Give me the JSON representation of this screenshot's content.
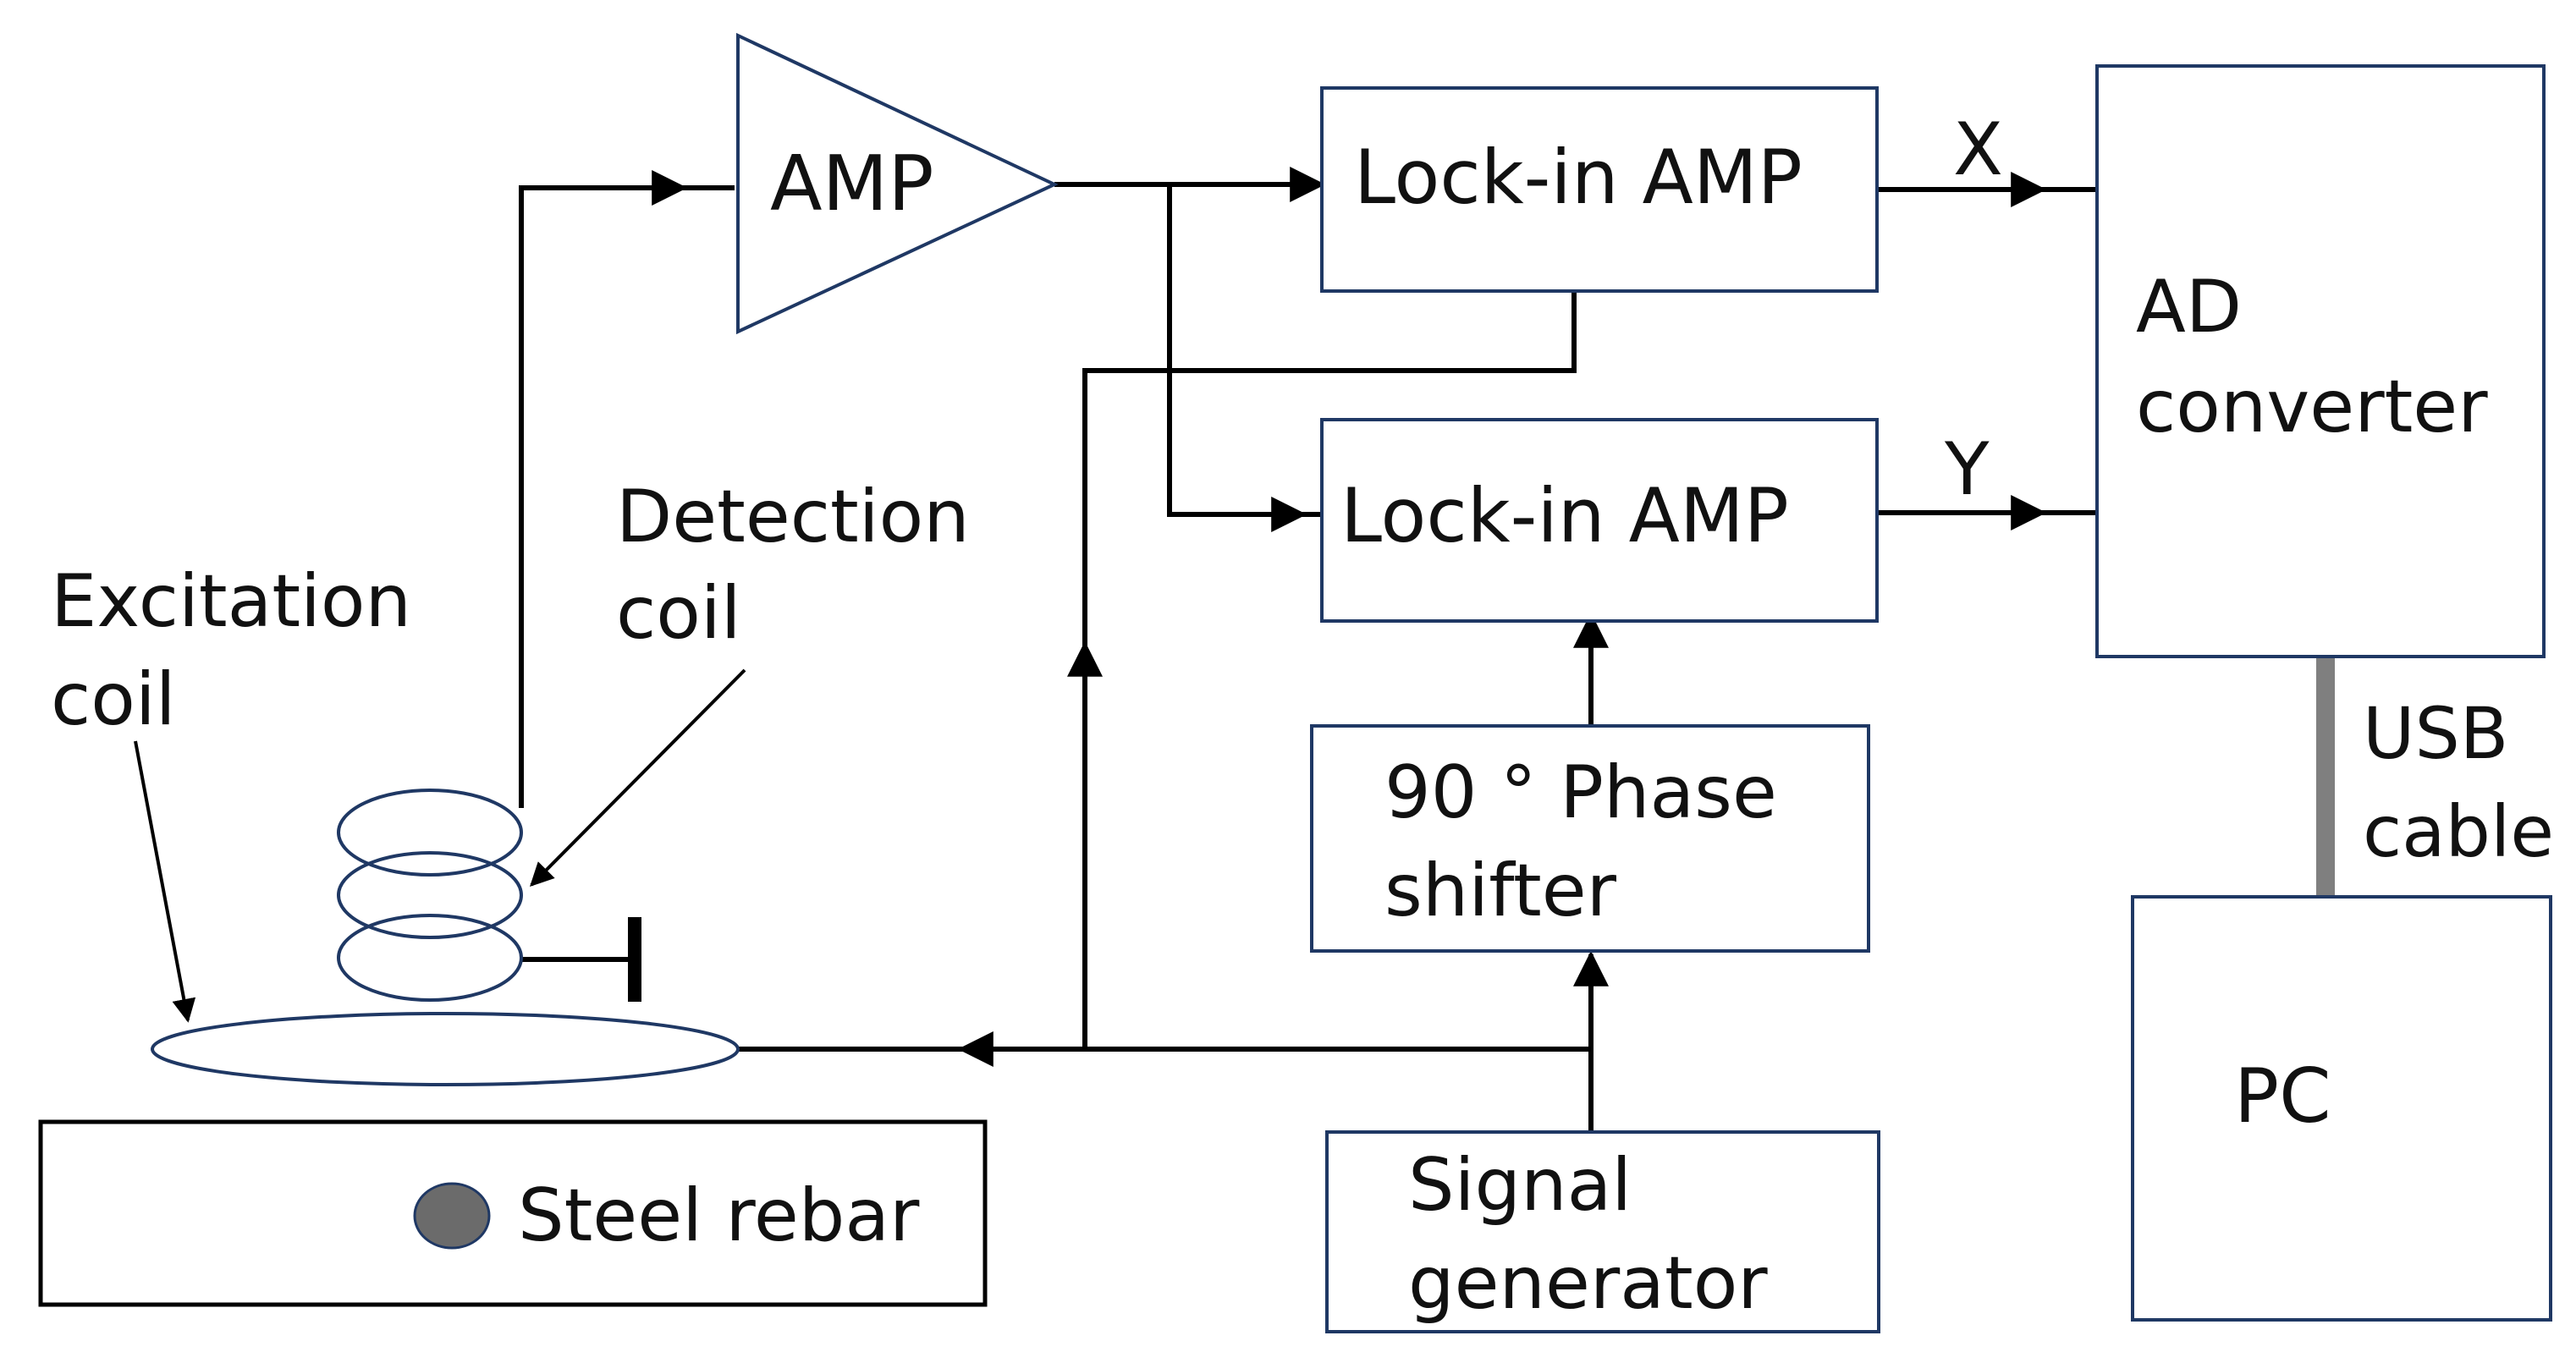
{
  "blocks": {
    "amp": "AMP",
    "lockin_x": "Lock-in AMP",
    "lockin_y": "Lock-in AMP",
    "ad_converter": [
      "AD",
      "converter"
    ],
    "phase_shifter": [
      "90 ° Phase",
      "shifter"
    ],
    "signal_generator": [
      "Signal",
      "generator"
    ],
    "pc": "PC"
  },
  "signals": {
    "x": "X",
    "y": "Y",
    "usb": [
      "USB",
      "cable"
    ]
  },
  "labels": {
    "detection_coil": [
      "Detection",
      "coil"
    ],
    "excitation_coil": [
      "Excitation",
      "coil"
    ],
    "steel_rebar": "Steel rebar"
  },
  "colors": {
    "box_border": "#1f3864",
    "wire": "#000000",
    "usb_cable": "#7f7f7f",
    "rebar": "#6b6b6b"
  }
}
